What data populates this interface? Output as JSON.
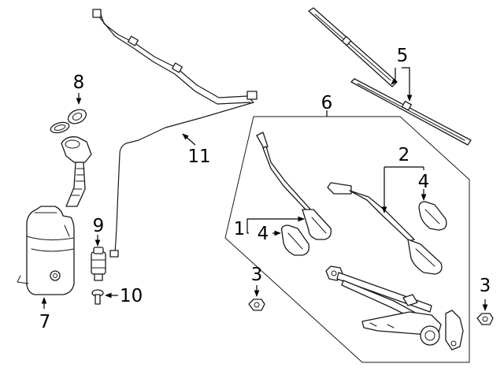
{
  "colors": {
    "ink": "#1a1a1a",
    "background": "#ffffff"
  },
  "callouts": {
    "c1": "1",
    "c2": "2",
    "c3_left": "3",
    "c3_right": "3",
    "c4_left": "4",
    "c4_right": "4",
    "c5": "5",
    "c6": "6",
    "c7": "7",
    "c8": "8",
    "c9": "9",
    "c10": "10",
    "c11": "11"
  }
}
